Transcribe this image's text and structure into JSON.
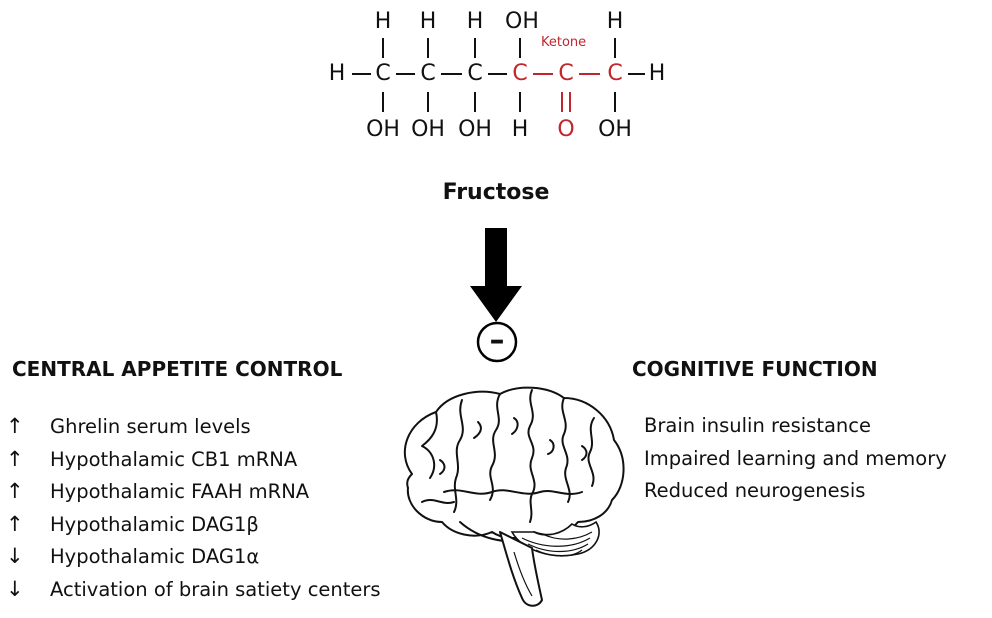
{
  "molecule": {
    "top_row": [
      "H",
      "H",
      "H",
      "OH",
      "",
      "H"
    ],
    "middle_row": [
      "H",
      "C",
      "C",
      "C",
      "C",
      "C",
      "C",
      "H"
    ],
    "bottom_row": [
      "OH",
      "OH",
      "OH",
      "H",
      "O",
      "OH"
    ],
    "ketone_label": "Ketone",
    "highlight_color": "#c0262c"
  },
  "title": "Fructose",
  "inhibit_symbol": "–",
  "central_appetite": {
    "title": "CENTRAL APPETITE CONTROL",
    "items": [
      {
        "arrow": "↑",
        "text": "Ghrelin serum levels"
      },
      {
        "arrow": "↑",
        "text": "Hypothalamic CB1 mRNA"
      },
      {
        "arrow": "↑",
        "text": "Hypothalamic FAAH mRNA"
      },
      {
        "arrow": "↑",
        "text": "Hypothalamic DAG1β"
      },
      {
        "arrow": "↓",
        "text": "Hypothalamic DAG1α"
      },
      {
        "arrow": "↓",
        "text": "Activation of brain satiety centers"
      }
    ]
  },
  "cognitive_function": {
    "title": "COGNITIVE FUNCTION",
    "items": [
      {
        "text": "Brain insulin resistance"
      },
      {
        "text": "Impaired learning and memory"
      },
      {
        "text": "Reduced neurogenesis"
      }
    ]
  },
  "icons": [
    "down-arrow-icon",
    "minus-circle-icon",
    "brain-icon"
  ]
}
